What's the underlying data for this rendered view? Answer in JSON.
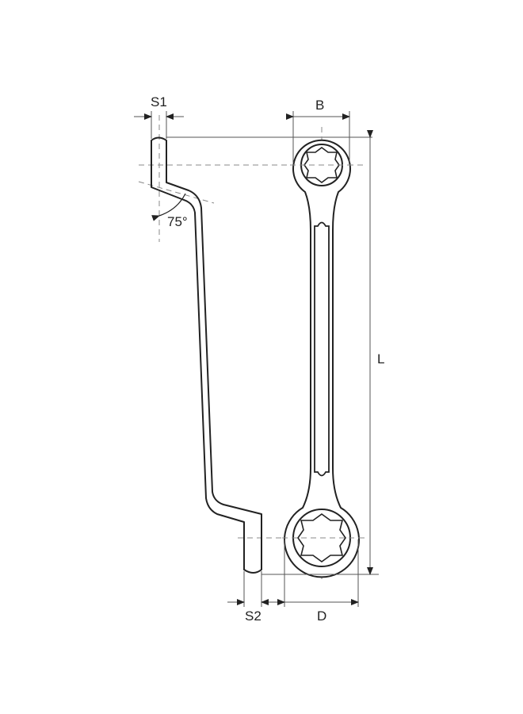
{
  "diagram": {
    "subject": "Double-ended offset ring wrench technical drawing",
    "views": [
      "side-profile",
      "front-view"
    ],
    "dimension_labels": {
      "s1": "S1",
      "s2": "S2",
      "b": "B",
      "d": "D",
      "l": "L",
      "angle": "75°"
    },
    "colors": {
      "outline": "#222222",
      "dimension": "#555555",
      "centerline": "#888888",
      "background": "#ffffff"
    }
  }
}
